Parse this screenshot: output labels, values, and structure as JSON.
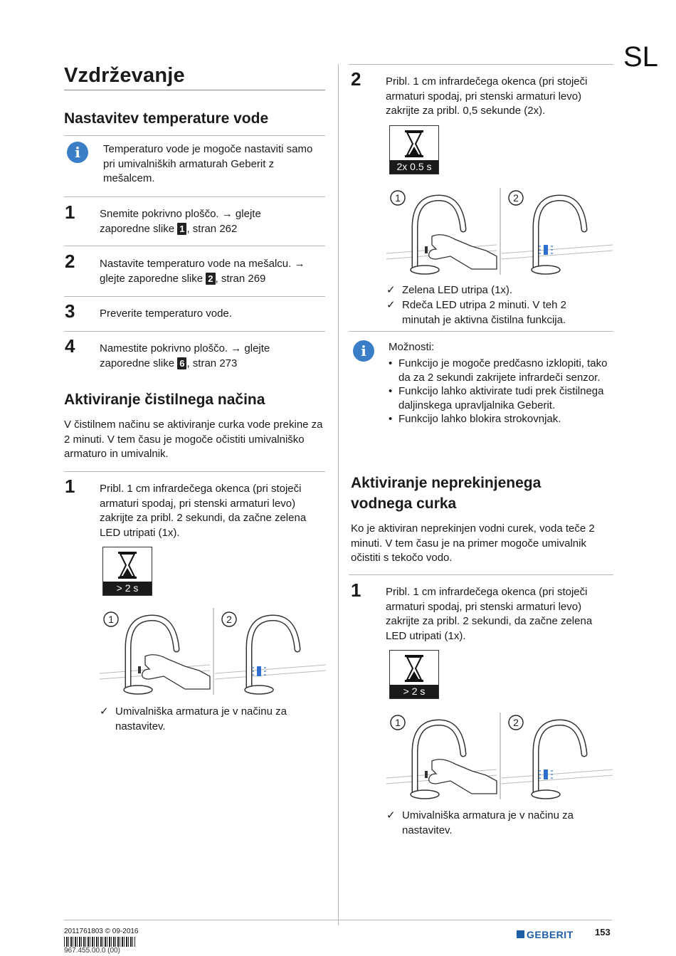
{
  "lang_tag": "SL",
  "left": {
    "title": "Vzdrževanje",
    "temp": {
      "heading": "Nastavitev temperature vode",
      "info": "Temperaturo vode je mogoče nastaviti samo pri umivalniških armaturah Geberit z mešalcem.",
      "steps": [
        {
          "num": "1",
          "pre": "Snemite pokrivno ploščo. → glejte zaporedne slike ",
          "ref": "1",
          "post": ", stran 262"
        },
        {
          "num": "2",
          "pre": "Nastavite temperaturo vode na mešalcu. → glejte zaporedne slike ",
          "ref": "2",
          "post": ", stran 269"
        },
        {
          "num": "3",
          "pre": "Preverite temperaturo vode.",
          "ref": "",
          "post": ""
        },
        {
          "num": "4",
          "pre": "Namestite pokrivno ploščo. → glejte zaporedne slike ",
          "ref": "6",
          "post": ", stran 273"
        }
      ]
    },
    "clean": {
      "heading": "Aktiviranje čistilnega načina",
      "intro": "V čistilnem načinu se aktiviranje curka vode prekine za 2 minuti. V tem času je mogoče očistiti umivalniško armaturo in umivalnik.",
      "step_num": "1",
      "step_text": "Pribl. 1 cm infrardečega okenca (pri stoječi armaturi spodaj, pri stenski armaturi levo) zakrijte za pribl. 2 sekundi, da začne zelena LED utripati (1x).",
      "timer": "> 2 s",
      "fig_labels": [
        "1",
        "2"
      ],
      "result": "Umivalniška armatura je v načinu za nastavitev."
    }
  },
  "right": {
    "step2": {
      "num": "2",
      "text": "Pribl. 1 cm infrardečega okenca (pri stoječi armaturi spodaj, pri stenski armaturi levo) zakrijte za pribl. 0,5 sekunde (2x).",
      "timer": "2x 0.5 s",
      "fig_labels": [
        "1",
        "2"
      ],
      "results": [
        "Zelena LED utripa (1x).",
        "Rdeča LED utripa 2 minuti. V teh 2 minutah je aktivna čistilna funkcija."
      ]
    },
    "options": {
      "title": "Možnosti:",
      "items": [
        "Funkcijo je mogoče predčasno izklopiti, tako da za 2 sekundi zakrijete infrardeči senzor.",
        "Funkcijo lahko aktivirate tudi prek čistilnega daljinskega upravljalnika Geberit.",
        "Funkcijo lahko blokira strokovnjak."
      ]
    },
    "continuous": {
      "heading": "Aktiviranje neprekinjenega vodnega curka",
      "intro": "Ko je aktiviran neprekinjen vodni curek, voda teče 2 minuti. V tem času je na primer mogoče umivalnik očistiti s tekočo vodo.",
      "step_num": "1",
      "step_text": "Pribl. 1 cm infrardečega okenca (pri stoječi armaturi spodaj, pri stenski armaturi levo) zakrijte za pribl. 2 sekundi, da začne zelena LED utripati (1x).",
      "timer": "> 2 s",
      "fig_labels": [
        "1",
        "2"
      ],
      "result": "Umivalniška armatura je v načinu za nastavitev."
    }
  },
  "footer": {
    "doc_code": "2011761803 © 09-2016",
    "barcode_text": "967.455.00.0 (00)",
    "brand": "GEBERIT",
    "page": "153"
  },
  "colors": {
    "info_blue": "#3a7ec8",
    "led_blue": "#2f6fd0",
    "brand_blue": "#1f5ea8"
  },
  "icons": {
    "info": "info-icon",
    "check": "checkmark-icon",
    "timer": "hourglass-icon"
  }
}
